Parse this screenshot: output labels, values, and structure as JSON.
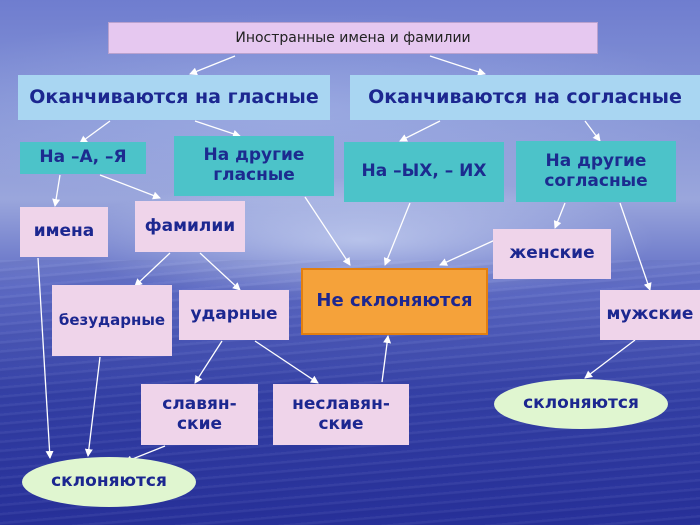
{
  "diagram": {
    "title": "Иностранные имена и фамилии",
    "vowel_end": "Оканчиваются на гласные",
    "consonant_end": "Оканчиваются на согласные",
    "on_a_ya": "На –А, –Я",
    "other_vowels": [
      "На другие",
      "гласные"
    ],
    "on_yh_ih": "На –ЫХ, – ИХ",
    "other_consonants": [
      "На другие",
      "согласные"
    ],
    "names": "имена",
    "surnames": "фамилии",
    "female": "женские",
    "unstressed": "безударные",
    "stressed": "ударные",
    "not_declined": "Не склоняются",
    "male": "мужские",
    "slavic": [
      "славян-",
      "ские"
    ],
    "non_slavic": [
      "неславян-",
      "ские"
    ],
    "declined_left": "склоняются",
    "declined_right": "склоняются"
  }
}
